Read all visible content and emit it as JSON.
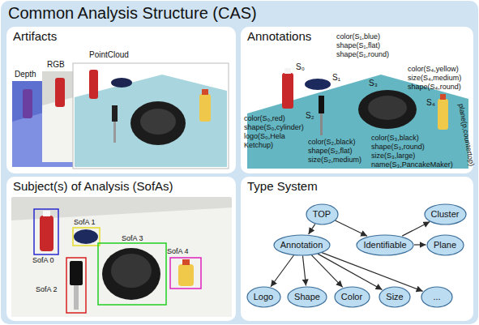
{
  "diagram": {
    "title": "Common Analysis Structure (CAS)",
    "nodes": [
      {
        "text": [
          "Artifacts"
        ]
      },
      {
        "text": [
          "Annotations"
        ]
      },
      {
        "text": [
          "Subject(s) of Analysis (SofAs)"
        ]
      },
      {
        "text": [
          "Type System"
        ]
      },
      {
        "text": [
          "TOP"
        ],
        "in": 3
      },
      {
        "text": [
          "Annotation"
        ],
        "in": 3
      },
      {
        "text": [
          "Identifiable"
        ],
        "in": 3
      },
      {
        "text": [
          "Cluster"
        ],
        "in": 3
      },
      {
        "text": [
          "Plane"
        ],
        "in": 3
      },
      {
        "text": [
          "Logo"
        ],
        "in": 3
      },
      {
        "text": [
          "Shape"
        ],
        "in": 3
      },
      {
        "text": [
          "Color"
        ],
        "in": 3
      },
      {
        "text": [
          "Size"
        ],
        "in": 3
      },
      {
        "text": [
          "..."
        ],
        "in": 3
      }
    ],
    "edges": [
      {
        "from": 4,
        "to": 5,
        "arrow": "to"
      },
      {
        "from": 4,
        "to": 6,
        "arrow": "to"
      },
      {
        "from": 6,
        "to": 7,
        "arrow": "to"
      },
      {
        "from": 6,
        "to": 8,
        "arrow": "to"
      },
      {
        "from": 5,
        "to": 9,
        "arrow": "to"
      },
      {
        "from": 5,
        "to": 10,
        "arrow": "to"
      },
      {
        "from": 5,
        "to": 11,
        "arrow": "to"
      },
      {
        "from": 5,
        "to": 12,
        "arrow": "to"
      },
      {
        "from": 5,
        "to": 13,
        "arrow": "to"
      }
    ],
    "labels": [
      "Depth",
      "RGB",
      "PointCloud",
      "S₀",
      "S₁",
      "S₂",
      "S₃",
      "S₄",
      "color(S₀,red)",
      "shape(S₀,cylinder)",
      "logo(S₀,Hela Ketchup)",
      "color(S₁,blue)",
      "shape(S₁,flat)",
      "shape(S₁,round)",
      "color(S₂,black)",
      "shape(S₂,flat)",
      "size(S₂,medium)",
      "color(S₃,black)",
      "shape(S₃,round)",
      "size(S₃,large)",
      "name(S₃,PancakeMaker)",
      "color(S₄,yellow)",
      "size(S₄,medium)",
      "shape(S₄,round)",
      "plane(p,countertop)",
      "SofA 0",
      "SofA 1",
      "SofA 2",
      "SofA 3",
      "SofA 4"
    ]
  }
}
